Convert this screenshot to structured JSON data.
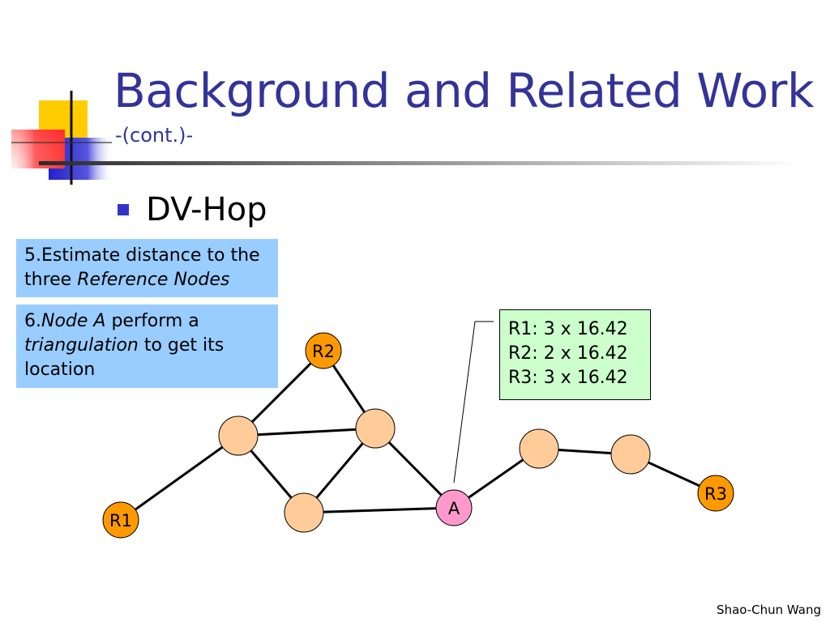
{
  "slide": {
    "title": "Background and Related Work",
    "subtitle": "-(cont.)-",
    "bullet": "DV-Hop",
    "step5": {
      "prefix": "5.Estimate distance to the three ",
      "italic": "Reference Nodes"
    },
    "step6": {
      "num": "6.",
      "italic1": "Node A",
      "mid": " perform a",
      "italic2": "triangulation",
      "rest": " to get its location"
    },
    "hop_lines": [
      "R1: 3 x 16.42",
      "R2: 2 x 16.42",
      "R3: 3 x 16.42"
    ],
    "footer": "Shao-Chun Wang"
  },
  "network": {
    "nodes": [
      {
        "id": "R1",
        "label": "R1",
        "kind": "reference"
      },
      {
        "id": "R2",
        "label": "R2",
        "kind": "reference"
      },
      {
        "id": "R3",
        "label": "R3",
        "kind": "reference"
      },
      {
        "id": "A",
        "label": "A",
        "kind": "target"
      },
      {
        "id": "N1",
        "label": "",
        "kind": "plain"
      },
      {
        "id": "N2",
        "label": "",
        "kind": "plain"
      },
      {
        "id": "N3",
        "label": "",
        "kind": "plain"
      },
      {
        "id": "N4",
        "label": "",
        "kind": "plain"
      },
      {
        "id": "N5",
        "label": "",
        "kind": "plain"
      }
    ],
    "edges": [
      [
        "R1",
        "N1"
      ],
      [
        "N1",
        "R2"
      ],
      [
        "R2",
        "N2"
      ],
      [
        "N1",
        "N2"
      ],
      [
        "N1",
        "N3"
      ],
      [
        "N2",
        "N3"
      ],
      [
        "N3",
        "A"
      ],
      [
        "N2",
        "A"
      ],
      [
        "A",
        "N4"
      ],
      [
        "N4",
        "N5"
      ],
      [
        "N5",
        "R3"
      ]
    ],
    "colors": {
      "reference": "#ff9900",
      "target": "#ff99cc",
      "plain": "#ffcc99",
      "line": "#000000"
    }
  },
  "logo_colors": {
    "yellow": "#ffcc00",
    "blue": "#3333cc",
    "red": "#ff3333"
  }
}
